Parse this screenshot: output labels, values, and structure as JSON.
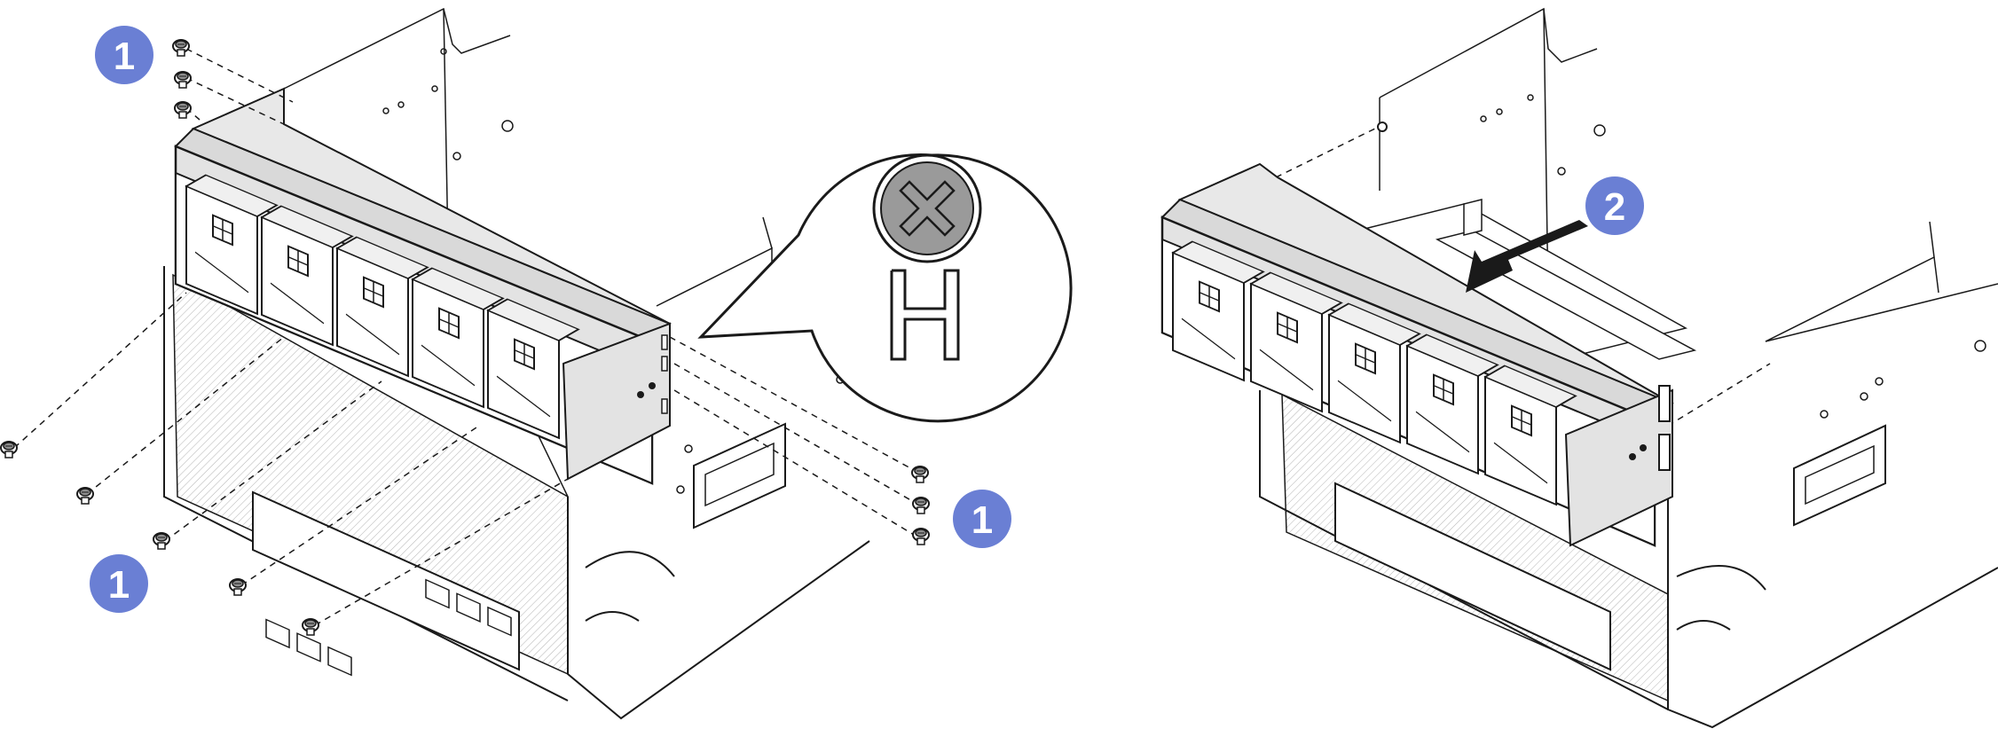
{
  "diagram": {
    "colors": {
      "step_badge": "#6A7FD4",
      "step_text": "#FFFFFF",
      "cage_fill": "#E3E3E3",
      "line": "#1A1A1A",
      "screw_fill": "#9A9A9A"
    },
    "steps": [
      {
        "id": "1",
        "label": "1"
      },
      {
        "id": "2",
        "label": "2"
      }
    ],
    "icons": {
      "screwdriver_bit": "phillips-screw-head-icon",
      "screw_type": "h-screw-icon",
      "direction": "arrow-icon"
    }
  }
}
